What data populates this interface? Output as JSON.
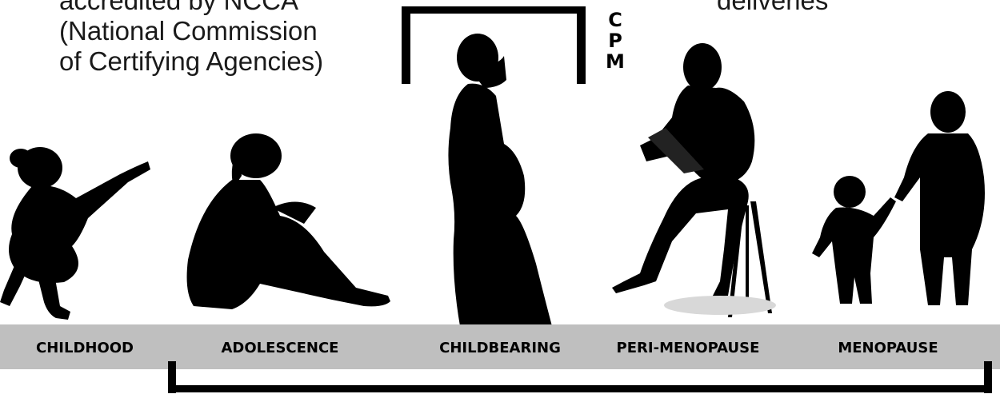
{
  "captions": {
    "left": [
      "accredited by NCCA",
      "(National Commission",
      "of Certifying Agencies)"
    ],
    "right": [
      "deliveries"
    ]
  },
  "cpm_letters": [
    "C",
    "P",
    "M"
  ],
  "stages": [
    "CHILDHOOD",
    "ADOLESCENCE",
    "CHILDBEARING",
    "PERI-MENOPAUSE",
    "MENOPAUSE"
  ],
  "figures": [
    "child-running",
    "teen-sitting",
    "pregnant-woman",
    "woman-with-laptop",
    "grandmother-with-toddler"
  ],
  "colors": {
    "band": "#bfbfbf",
    "silhouette": "#000000",
    "text": "#1a1a1a"
  }
}
